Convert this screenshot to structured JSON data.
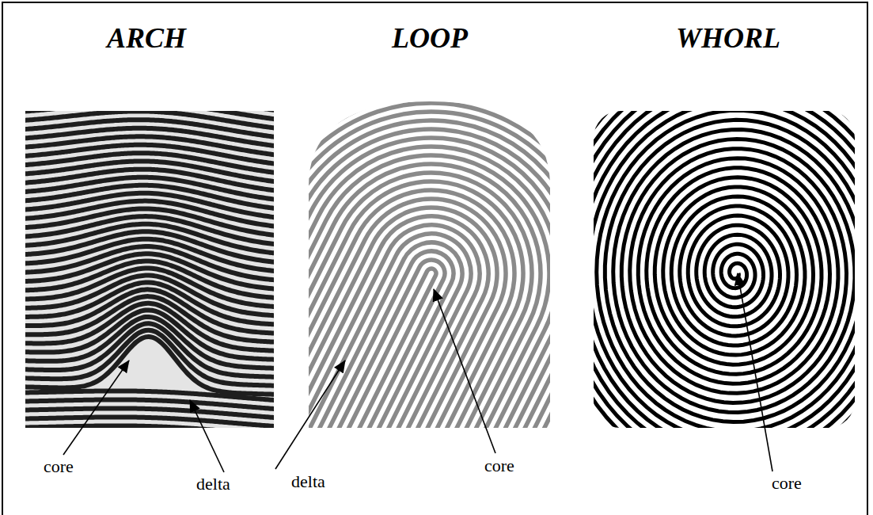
{
  "diagram": {
    "labels": [
      "ARCH",
      "LOOP",
      "WHORL",
      "core",
      "delta",
      "delta",
      "core",
      "core"
    ]
  }
}
